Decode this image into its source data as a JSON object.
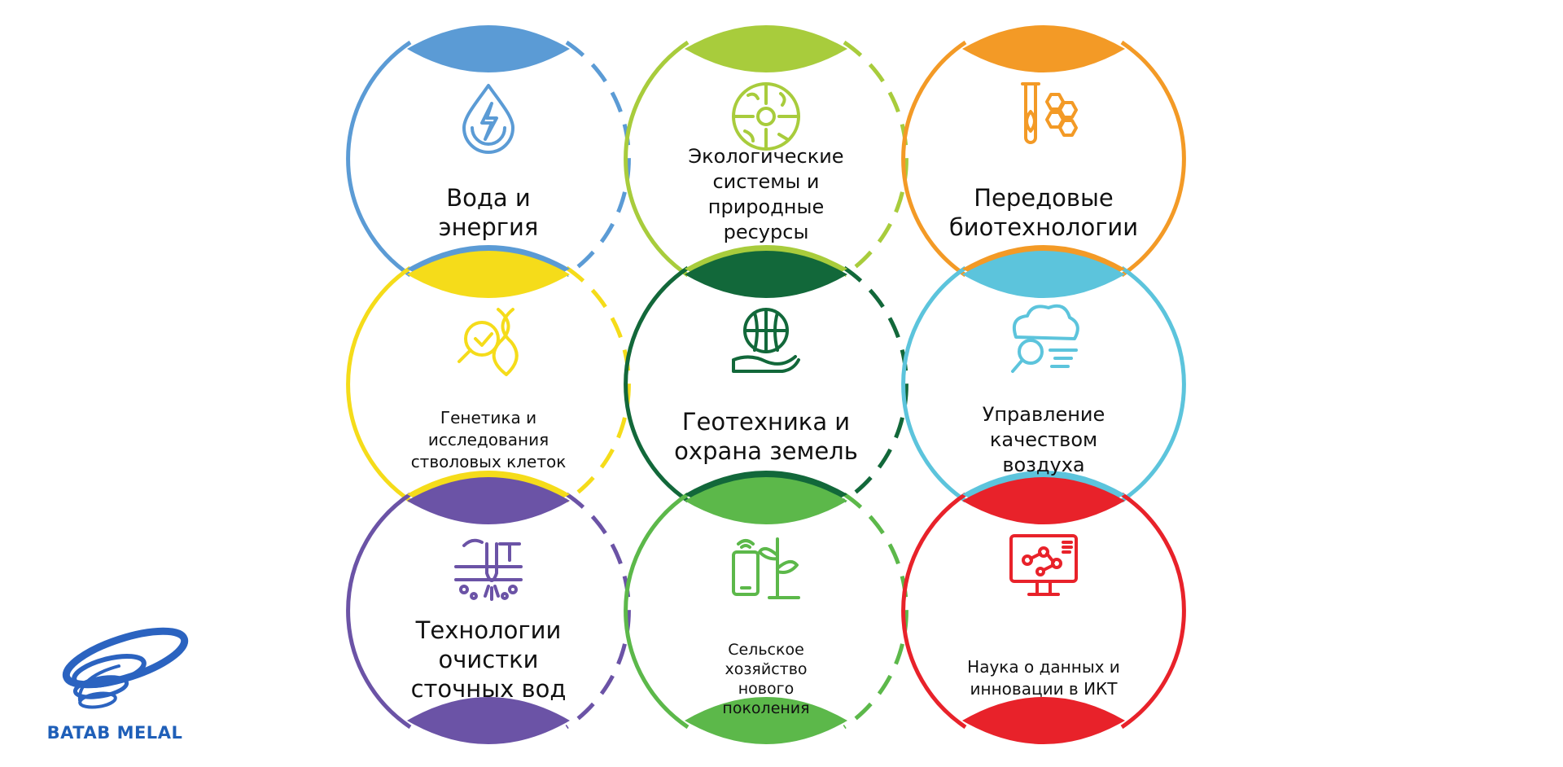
{
  "nodes": [
    {
      "id": "water-energy",
      "label": "Вода и\nэнергия",
      "color": "#5b9bd5",
      "icon": "water-drop-bolt-icon"
    },
    {
      "id": "ecosystems",
      "label": "Экологические\nсистемы и\nприродные\nресурсы",
      "color": "#a8cc3c",
      "icon": "ecosystem-wheel-icon"
    },
    {
      "id": "biotech",
      "label": "Передовые\nбиотехнологии",
      "color": "#f39a26",
      "icon": "test-tube-molecule-icon"
    },
    {
      "id": "genetics",
      "label": "Генетика и\nисследования\nстволовых клеток",
      "color": "#f5dc1a",
      "icon": "dna-magnifier-icon"
    },
    {
      "id": "geotech",
      "label": "Геотехника и\nохрана земель",
      "color": "#12683a",
      "icon": "hand-earth-sprout-icon"
    },
    {
      "id": "air-quality",
      "label": "Управление\nкачеством\nвоздуха",
      "color": "#5cc4dc",
      "icon": "co2-cloud-magnifier-icon"
    },
    {
      "id": "wastewater",
      "label": "Технологии\nочистки\nсточных вод",
      "color": "#6b53a6",
      "icon": "water-pipe-filter-icon"
    },
    {
      "id": "agriculture",
      "label": "Сельское\nхозяйство\nнового\nпоколения",
      "color": "#5cb84a",
      "icon": "smartphone-plant-icon"
    },
    {
      "id": "data-science",
      "label": "Наука о данных и\nинновации в ИКТ",
      "color": "#e8222a",
      "icon": "monitor-network-chart-icon"
    }
  ],
  "logo": {
    "text": "BATAB MELAL",
    "color": "#2b63c0",
    "icon": "swirl-logo-icon"
  }
}
